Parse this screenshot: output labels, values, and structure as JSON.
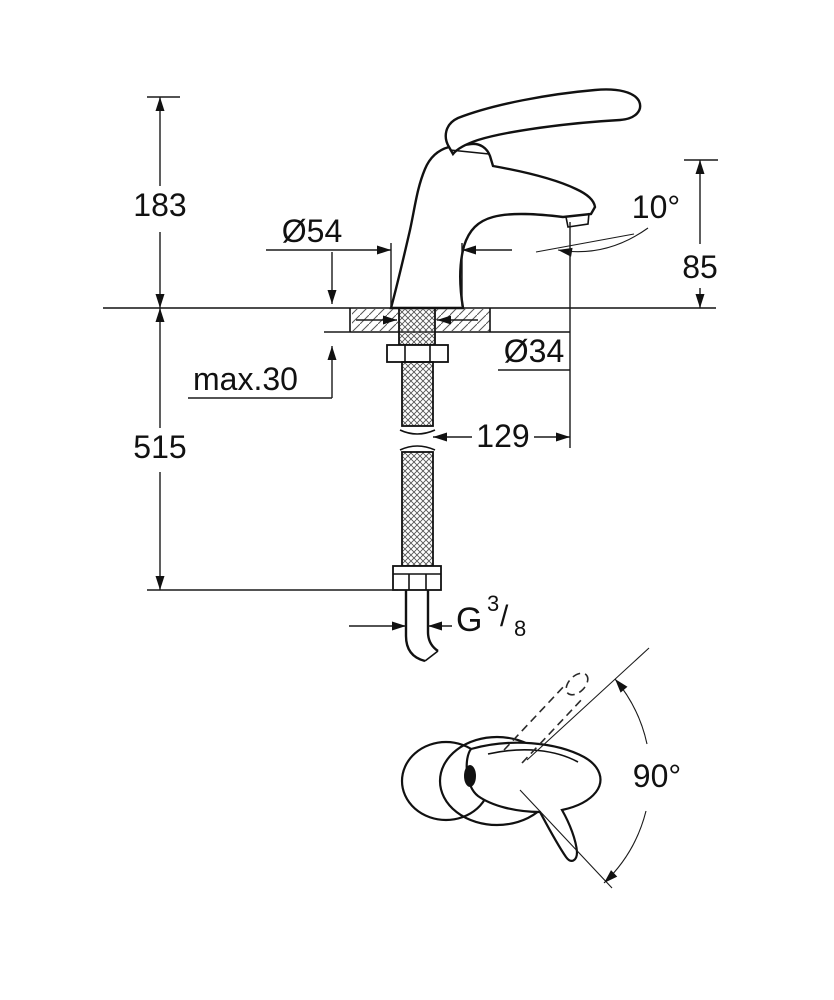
{
  "page": {
    "background": "#ffffff",
    "line_color": "#111111"
  },
  "side_view": {
    "labels": {
      "total_height": "183",
      "hose_length": "515",
      "base_diameter": "Ø54",
      "spout_angle": "10°",
      "spout_height": "85",
      "max_mounting_thickness": "max.30",
      "shank_diameter": "Ø34",
      "spout_reach": "129",
      "thread": {
        "prefix": "G",
        "numerator": "3",
        "slash": "/",
        "denominator": "8"
      }
    }
  },
  "top_view": {
    "labels": {
      "handle_swivel_angle": "90°"
    }
  }
}
